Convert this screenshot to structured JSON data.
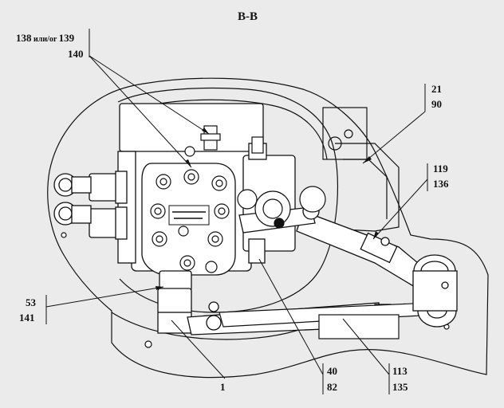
{
  "title": "B-B",
  "callouts": {
    "c138": {
      "line1a": "138",
      "line1b": " или/or ",
      "line1c": "139",
      "line2": "140"
    },
    "c21": {
      "line1": "21",
      "line2": "90"
    },
    "c119": {
      "line1": "119",
      "line2": "136"
    },
    "c53": {
      "line1": "53",
      "line2": "141"
    },
    "c1": {
      "line1": "1"
    },
    "c40": {
      "line1": "40",
      "line2": "82"
    },
    "c113": {
      "line1": "113",
      "line2": "135"
    }
  },
  "colors": {
    "ink": "#111111",
    "background": "#ebebeb",
    "fill": "#ffffff"
  }
}
